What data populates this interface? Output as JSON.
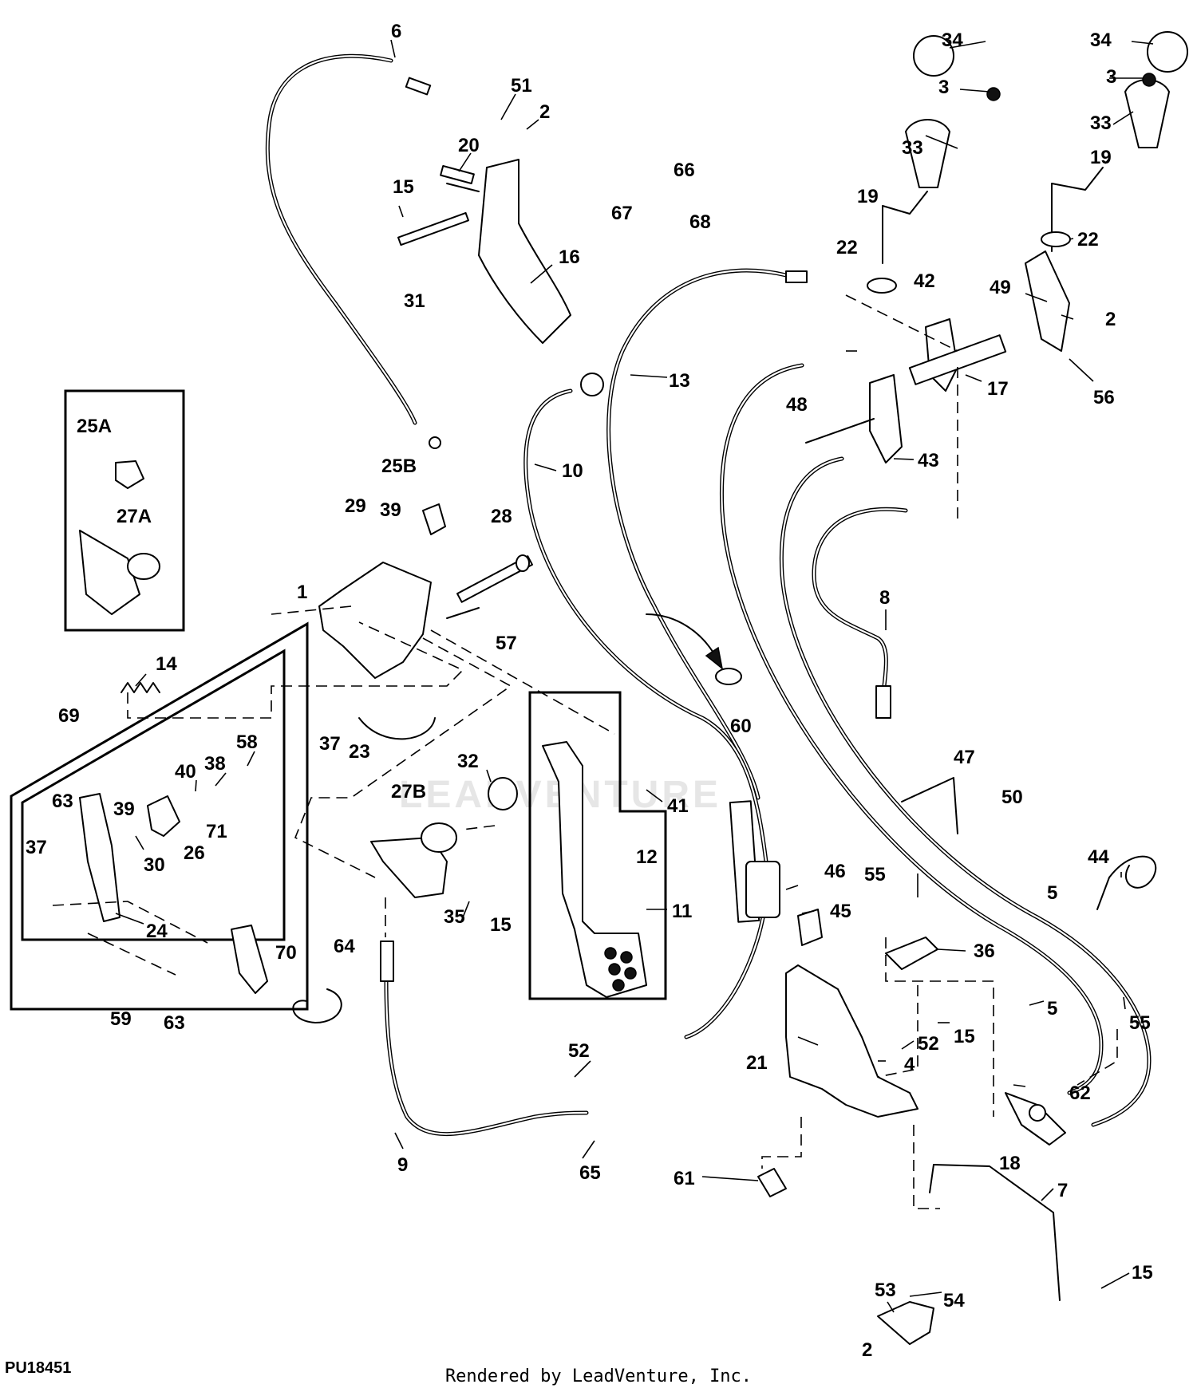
{
  "diagram": {
    "figure_id": "PU18451",
    "credit": "Rendered by LeadVenture, Inc.",
    "watermark": "LEADVENTURE",
    "callouts": [
      {
        "id": "c6",
        "text": "6"
      },
      {
        "id": "c51",
        "text": "51"
      },
      {
        "id": "c2a",
        "text": "2"
      },
      {
        "id": "c20",
        "text": "20"
      },
      {
        "id": "c15a",
        "text": "15"
      },
      {
        "id": "c16",
        "text": "16"
      },
      {
        "id": "c31",
        "text": "31"
      },
      {
        "id": "c66",
        "text": "66"
      },
      {
        "id": "c67",
        "text": "67"
      },
      {
        "id": "c68",
        "text": "68"
      },
      {
        "id": "c34a",
        "text": "34"
      },
      {
        "id": "c3a",
        "text": "3"
      },
      {
        "id": "c33a",
        "text": "33"
      },
      {
        "id": "c19a",
        "text": "19"
      },
      {
        "id": "c22a",
        "text": "22"
      },
      {
        "id": "c34b",
        "text": "34"
      },
      {
        "id": "c3b",
        "text": "3"
      },
      {
        "id": "c33b",
        "text": "33"
      },
      {
        "id": "c19b",
        "text": "19"
      },
      {
        "id": "c22b",
        "text": "22"
      },
      {
        "id": "c42",
        "text": "42"
      },
      {
        "id": "c49",
        "text": "49"
      },
      {
        "id": "c2b",
        "text": "2"
      },
      {
        "id": "c17",
        "text": "17"
      },
      {
        "id": "c56",
        "text": "56"
      },
      {
        "id": "c13",
        "text": "13"
      },
      {
        "id": "c48",
        "text": "48"
      },
      {
        "id": "c43",
        "text": "43"
      },
      {
        "id": "c10",
        "text": "10"
      },
      {
        "id": "c25A",
        "text": "25A"
      },
      {
        "id": "c27A",
        "text": "27A"
      },
      {
        "id": "c25B",
        "text": "25B"
      },
      {
        "id": "c29",
        "text": "29"
      },
      {
        "id": "c39a",
        "text": "39"
      },
      {
        "id": "c28",
        "text": "28"
      },
      {
        "id": "c1",
        "text": "1"
      },
      {
        "id": "c57",
        "text": "57"
      },
      {
        "id": "c8",
        "text": "8"
      },
      {
        "id": "c60",
        "text": "60"
      },
      {
        "id": "c14",
        "text": "14"
      },
      {
        "id": "c69",
        "text": "69"
      },
      {
        "id": "c37a",
        "text": "37"
      },
      {
        "id": "c23",
        "text": "23"
      },
      {
        "id": "c58",
        "text": "58"
      },
      {
        "id": "c38",
        "text": "38"
      },
      {
        "id": "c40",
        "text": "40"
      },
      {
        "id": "c32",
        "text": "32"
      },
      {
        "id": "c41",
        "text": "41"
      },
      {
        "id": "c47",
        "text": "47"
      },
      {
        "id": "c50",
        "text": "50"
      },
      {
        "id": "c63a",
        "text": "63"
      },
      {
        "id": "c39b",
        "text": "39"
      },
      {
        "id": "c71",
        "text": "71"
      },
      {
        "id": "c27B",
        "text": "27B"
      },
      {
        "id": "c37b",
        "text": "37"
      },
      {
        "id": "c30",
        "text": "30"
      },
      {
        "id": "c26",
        "text": "26"
      },
      {
        "id": "c12",
        "text": "12"
      },
      {
        "id": "c46",
        "text": "46"
      },
      {
        "id": "c55a",
        "text": "55"
      },
      {
        "id": "c44",
        "text": "44"
      },
      {
        "id": "c24",
        "text": "24"
      },
      {
        "id": "c35",
        "text": "35"
      },
      {
        "id": "c15b",
        "text": "15"
      },
      {
        "id": "c11",
        "text": "11"
      },
      {
        "id": "c45",
        "text": "45"
      },
      {
        "id": "c5a",
        "text": "5"
      },
      {
        "id": "c64",
        "text": "64"
      },
      {
        "id": "c70",
        "text": "70"
      },
      {
        "id": "c36",
        "text": "36"
      },
      {
        "id": "c59",
        "text": "59"
      },
      {
        "id": "c63b",
        "text": "63"
      },
      {
        "id": "c5b",
        "text": "5"
      },
      {
        "id": "c55b",
        "text": "55"
      },
      {
        "id": "c52a",
        "text": "52"
      },
      {
        "id": "c15c",
        "text": "15"
      },
      {
        "id": "c52b",
        "text": "52"
      },
      {
        "id": "c21",
        "text": "21"
      },
      {
        "id": "c4",
        "text": "4"
      },
      {
        "id": "c62",
        "text": "62"
      },
      {
        "id": "c9",
        "text": "9"
      },
      {
        "id": "c65",
        "text": "65"
      },
      {
        "id": "c18",
        "text": "18"
      },
      {
        "id": "c61",
        "text": "61"
      },
      {
        "id": "c7",
        "text": "7"
      },
      {
        "id": "c53",
        "text": "53"
      },
      {
        "id": "c54",
        "text": "54"
      },
      {
        "id": "c15d",
        "text": "15"
      },
      {
        "id": "c2c",
        "text": "2"
      }
    ]
  }
}
